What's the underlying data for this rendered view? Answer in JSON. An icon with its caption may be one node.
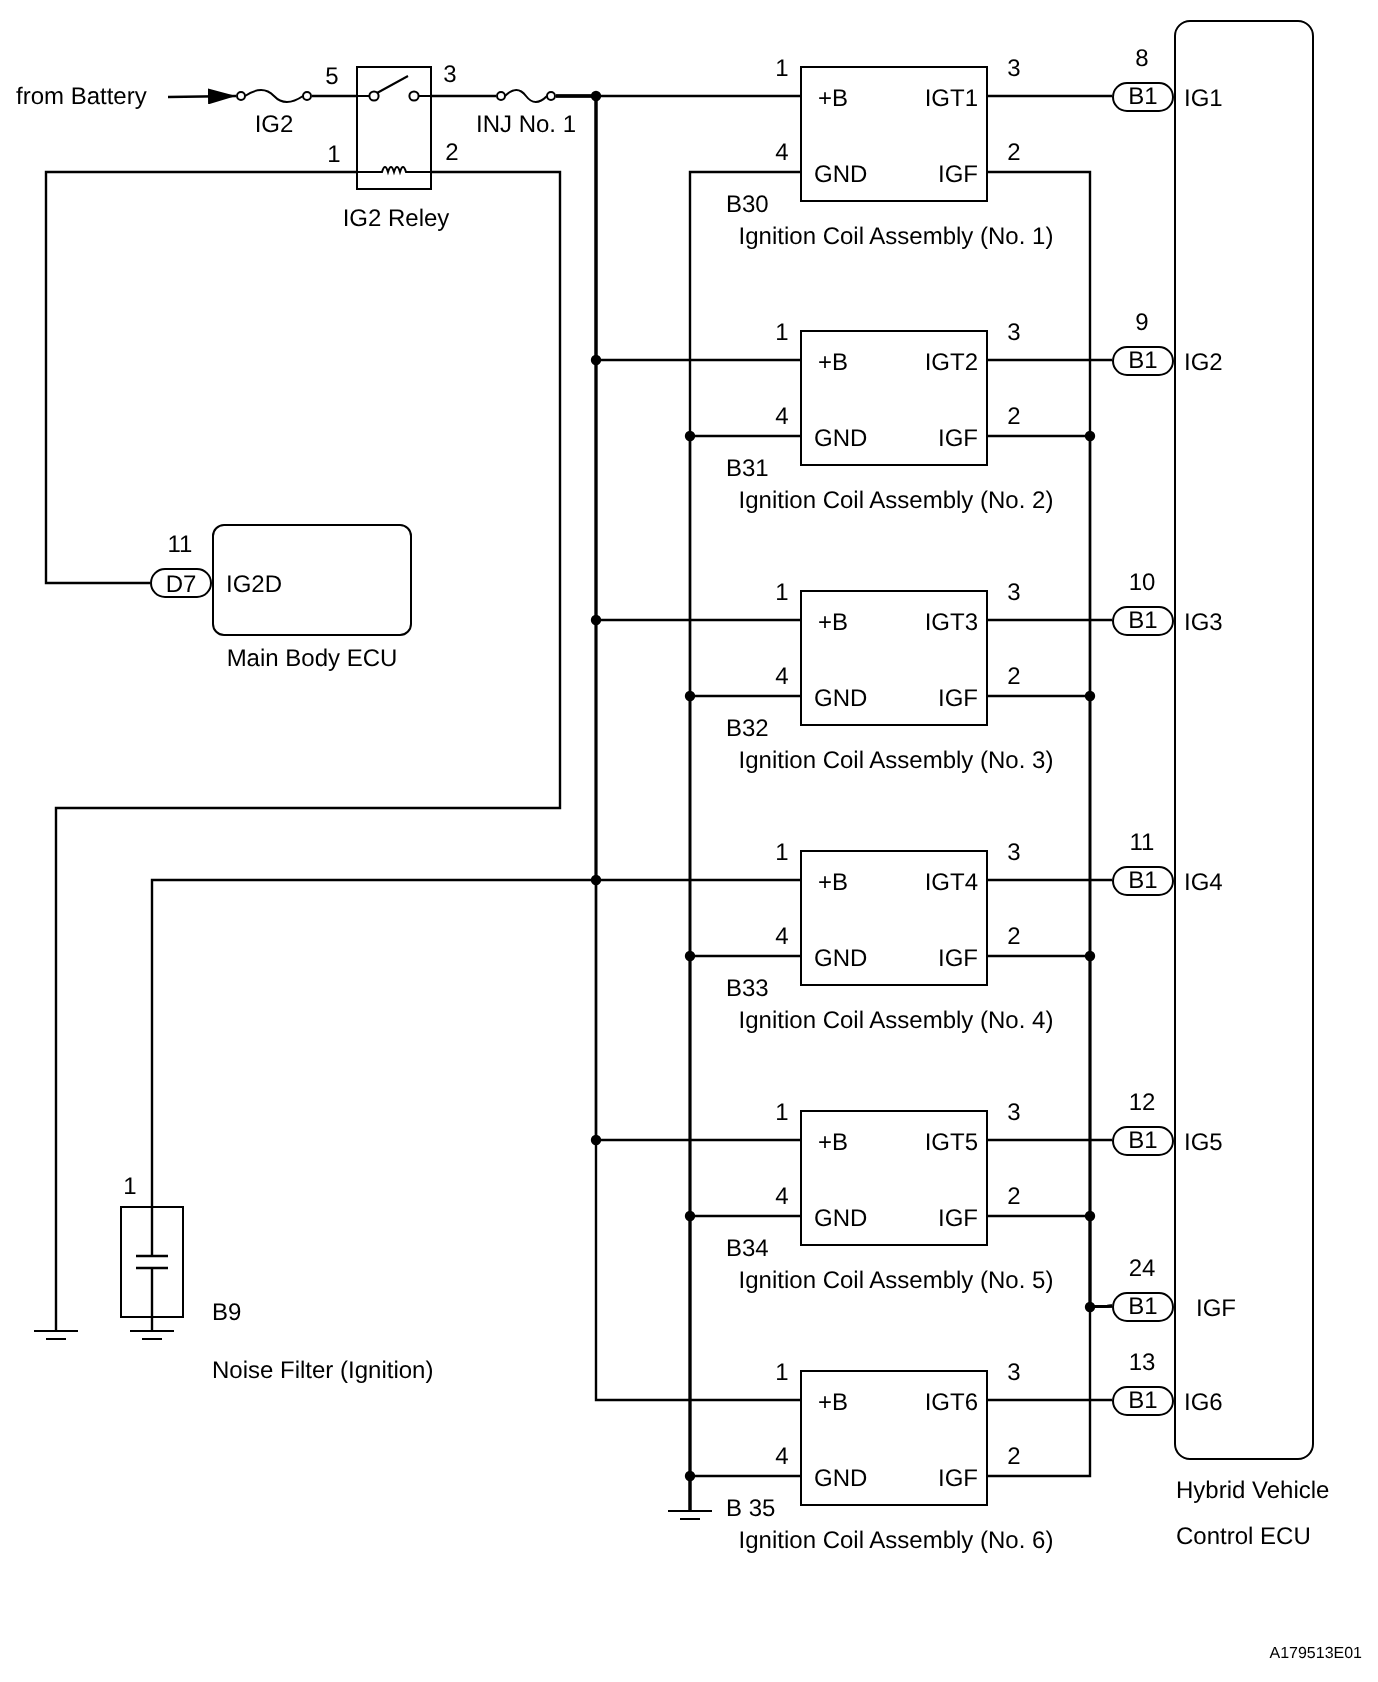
{
  "diagram": {
    "nodes": [
      {
        "text": [
          "from Battery"
        ]
      },
      {
        "text": [
          "IG2"
        ]
      },
      {
        "text": [
          "IG2 Reley"
        ],
        "beside": [
          "5",
          "3",
          "1",
          "2"
        ]
      },
      {
        "text": [
          "INJ No. 1"
        ]
      },
      {
        "text": [
          "IG2D",
          "Main Body ECU"
        ]
      },
      {
        "text": [
          "D7"
        ],
        "beside": [
          "11"
        ]
      },
      {
        "text": [
          "1",
          "3",
          "+B",
          "IGT1",
          "4",
          "2",
          "GND",
          "IGF",
          "B30",
          "Ignition Coil Assembly (No. 1)"
        ]
      },
      {
        "text": [
          "1",
          "3",
          "+B",
          "IGT2",
          "4",
          "2",
          "GND",
          "IGF",
          "B31",
          "Ignition Coil Assembly (No. 2)"
        ]
      },
      {
        "text": [
          "1",
          "3",
          "+B",
          "IGT3",
          "4",
          "2",
          "GND",
          "IGF",
          "B32",
          "Ignition Coil Assembly (No. 3)"
        ]
      },
      {
        "text": [
          "1",
          "3",
          "+B",
          "IGT4",
          "4",
          "2",
          "GND",
          "IGF",
          "B33",
          "Ignition Coil Assembly (No. 4)"
        ]
      },
      {
        "text": [
          "1",
          "3",
          "+B",
          "IGT5",
          "4",
          "2",
          "GND",
          "IGF",
          "B34",
          "Ignition Coil Assembly (No. 5)"
        ]
      },
      {
        "text": [
          "1",
          "3",
          "+B",
          "IGT6",
          "4",
          "2",
          "GND",
          "IGF",
          "B 35",
          "Ignition Coil Assembly (No. 6)"
        ]
      },
      {
        "text": [
          "B1"
        ],
        "beside": [
          "8"
        ]
      },
      {
        "text": [
          "B1"
        ],
        "beside": [
          "9"
        ]
      },
      {
        "text": [
          "B1"
        ],
        "beside": [
          "10"
        ]
      },
      {
        "text": [
          "B1"
        ],
        "beside": [
          "11"
        ]
      },
      {
        "text": [
          "B1"
        ],
        "beside": [
          "12"
        ]
      },
      {
        "text": [
          "B1"
        ],
        "beside": [
          "24"
        ]
      },
      {
        "text": [
          "B1"
        ],
        "beside": [
          "13"
        ]
      },
      {
        "text": [
          "IG1",
          "IG2",
          "IG3",
          "IG4",
          "IG5",
          "IGF",
          "IG6",
          "Hybrid Vehicle Control ECU"
        ]
      },
      {
        "text": [
          "B9",
          "Noise Filter (Ignition)"
        ],
        "beside": [
          "1"
        ]
      },
      {
        "text": [],
        "shape": "ground"
      },
      {
        "text": [],
        "shape": "ground"
      },
      {
        "text": [],
        "shape": "ground"
      }
    ],
    "edges": [
      {
        "from": 0,
        "to": 1,
        "arrow": "to"
      },
      {
        "from": 1,
        "to": 2,
        "arrow": "none"
      },
      {
        "from": 2,
        "to": 3,
        "arrow": "none"
      },
      {
        "from": 2,
        "to": 5,
        "arrow": "none"
      },
      {
        "from": 2,
        "to": 21,
        "arrow": "none"
      },
      {
        "from": 3,
        "to": 6,
        "arrow": "none"
      },
      {
        "from": 3,
        "to": 7,
        "arrow": "none"
      },
      {
        "from": 3,
        "to": 8,
        "arrow": "none"
      },
      {
        "from": 3,
        "to": 9,
        "arrow": "none"
      },
      {
        "from": 3,
        "to": 10,
        "arrow": "none"
      },
      {
        "from": 3,
        "to": 11,
        "arrow": "none"
      },
      {
        "from": 3,
        "to": 20,
        "arrow": "none"
      },
      {
        "from": 6,
        "to": 12,
        "arrow": "none"
      },
      {
        "from": 7,
        "to": 13,
        "arrow": "none"
      },
      {
        "from": 8,
        "to": 14,
        "arrow": "none"
      },
      {
        "from": 9,
        "to": 15,
        "arrow": "none"
      },
      {
        "from": 10,
        "to": 16,
        "arrow": "none"
      },
      {
        "from": 11,
        "to": 18,
        "arrow": "none"
      },
      {
        "from": 6,
        "to": 17,
        "arrow": "none"
      },
      {
        "from": 7,
        "to": 17,
        "arrow": "none"
      },
      {
        "from": 8,
        "to": 17,
        "arrow": "none"
      },
      {
        "from": 9,
        "to": 17,
        "arrow": "none"
      },
      {
        "from": 10,
        "to": 17,
        "arrow": "none"
      },
      {
        "from": 11,
        "to": 17,
        "arrow": "none"
      },
      {
        "from": 6,
        "to": 23,
        "arrow": "none"
      },
      {
        "from": 7,
        "to": 23,
        "arrow": "none"
      },
      {
        "from": 8,
        "to": 23,
        "arrow": "none"
      },
      {
        "from": 9,
        "to": 23,
        "arrow": "none"
      },
      {
        "from": 10,
        "to": 23,
        "arrow": "none"
      },
      {
        "from": 11,
        "to": 23,
        "arrow": "none"
      },
      {
        "from": 20,
        "to": 22,
        "arrow": "none"
      }
    ],
    "labels": [
      "A179513E01"
    ]
  }
}
